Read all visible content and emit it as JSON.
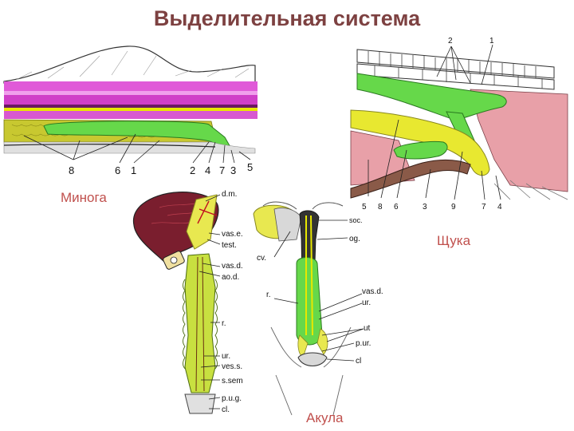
{
  "title": "Выделительная система",
  "captions": {
    "lamprey": "Минога",
    "pike": "Щука",
    "shark": "Акула"
  },
  "lamprey_labels": {
    "l8": "8",
    "l6": "6",
    "l1": "1",
    "l2": "2",
    "l4": "4",
    "l7": "7",
    "l3": "3",
    "l5": "5"
  },
  "pike_labels": {
    "t2": "2",
    "t1": "1",
    "b5": "5",
    "b8": "8",
    "b6": "6",
    "b3": "3",
    "b9": "9",
    "b7": "7",
    "b4": "4"
  },
  "male_labels": {
    "dm": "d.m.",
    "vase": "vas.e.",
    "test": "test.",
    "vasd": "vas.d.",
    "aod": "ao.d.",
    "r": "r.",
    "ur": "ur.",
    "vess": "ves.s.",
    "ssem": "s.sem",
    "pug": "p.u.g.",
    "cl": "cl."
  },
  "shark_labels": {
    "soc": "soc.",
    "og": "og.",
    "cv": "cv.",
    "r": "r.",
    "vasd": "vas.d.",
    "ur": "ur.",
    "ut": "ut",
    "pur": "p.ur.",
    "cl": "cl"
  },
  "colors": {
    "title": "#7d4141",
    "caption": "#c0504d",
    "kidney_green": "#66d84a",
    "duct_yellow": "#e8e800",
    "lamprey_magenta": "#e05ad8",
    "pike_pink": "#e8a0a8",
    "testis_maroon": "#7a1e2e"
  }
}
